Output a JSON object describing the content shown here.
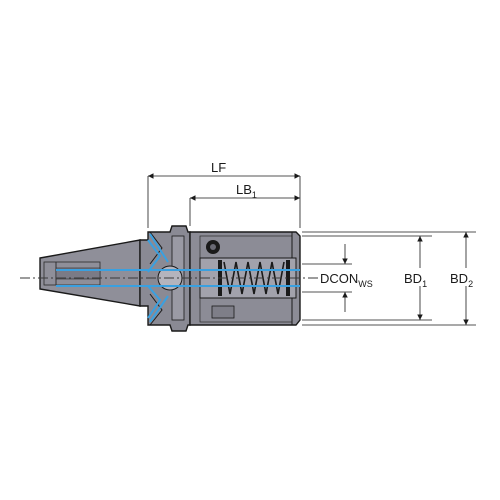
{
  "labels": {
    "lf": "LF",
    "lb_main": "LB",
    "lb_sub": "1",
    "dcon_main": "DCON",
    "dcon_sub": "WS",
    "bd1_main": "BD",
    "bd1_sub": "1",
    "bd2_main": "BD",
    "bd2_sub": "2"
  },
  "colors": {
    "body_fill": "#8a8a94",
    "body_light": "#a4a4ad",
    "outline": "#1a1a1a",
    "coolant": "#3aa0e0",
    "centerline": "#4a4a4a",
    "dimension": "#1a1a1a"
  }
}
